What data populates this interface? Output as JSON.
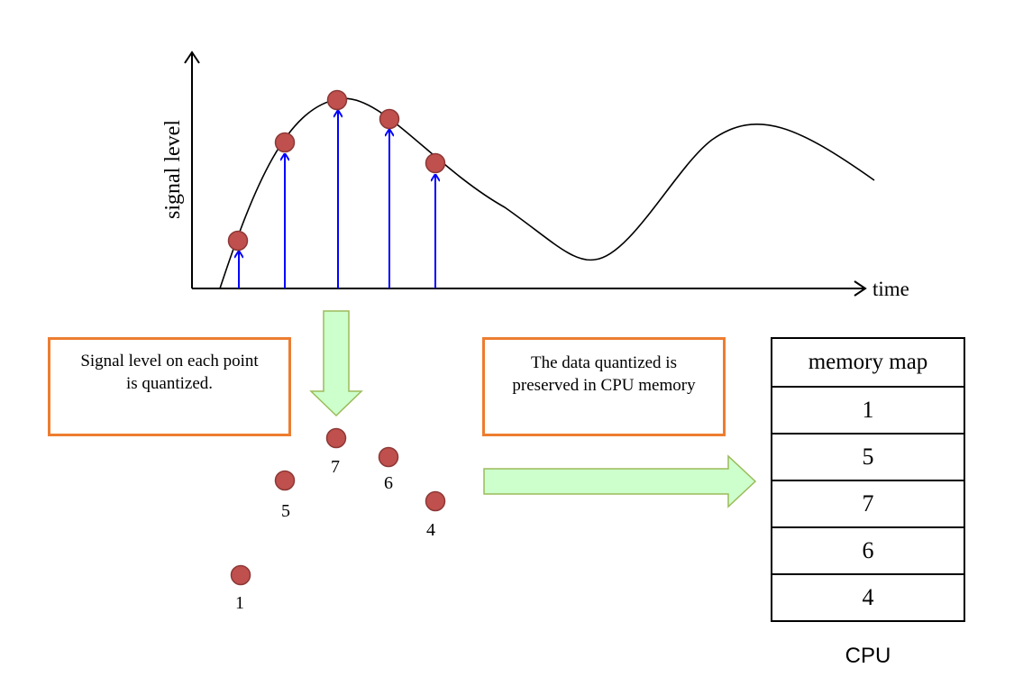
{
  "plot": {
    "y_axis_label": "signal level",
    "x_axis_label": "time"
  },
  "notes": {
    "quantized": "Signal level on each point\nis quantized.",
    "preserved": "The data quantized is\npreserved in CPU memory"
  },
  "quantized_points": [
    {
      "label": "1"
    },
    {
      "label": "5"
    },
    {
      "label": "7"
    },
    {
      "label": "6"
    },
    {
      "label": "4"
    }
  ],
  "memory_map": {
    "header": "memory map",
    "values": [
      "1",
      "5",
      "7",
      "6",
      "4"
    ],
    "caption": "CPU"
  },
  "colors": {
    "sample_point": "#c0504d",
    "sample_point_stroke": "#8c3836",
    "sample_arrow": "#0000ff",
    "box_border": "#ed7d31",
    "block_arrow_fill": "#ccffcc",
    "block_arrow_stroke": "#9bbb59"
  }
}
